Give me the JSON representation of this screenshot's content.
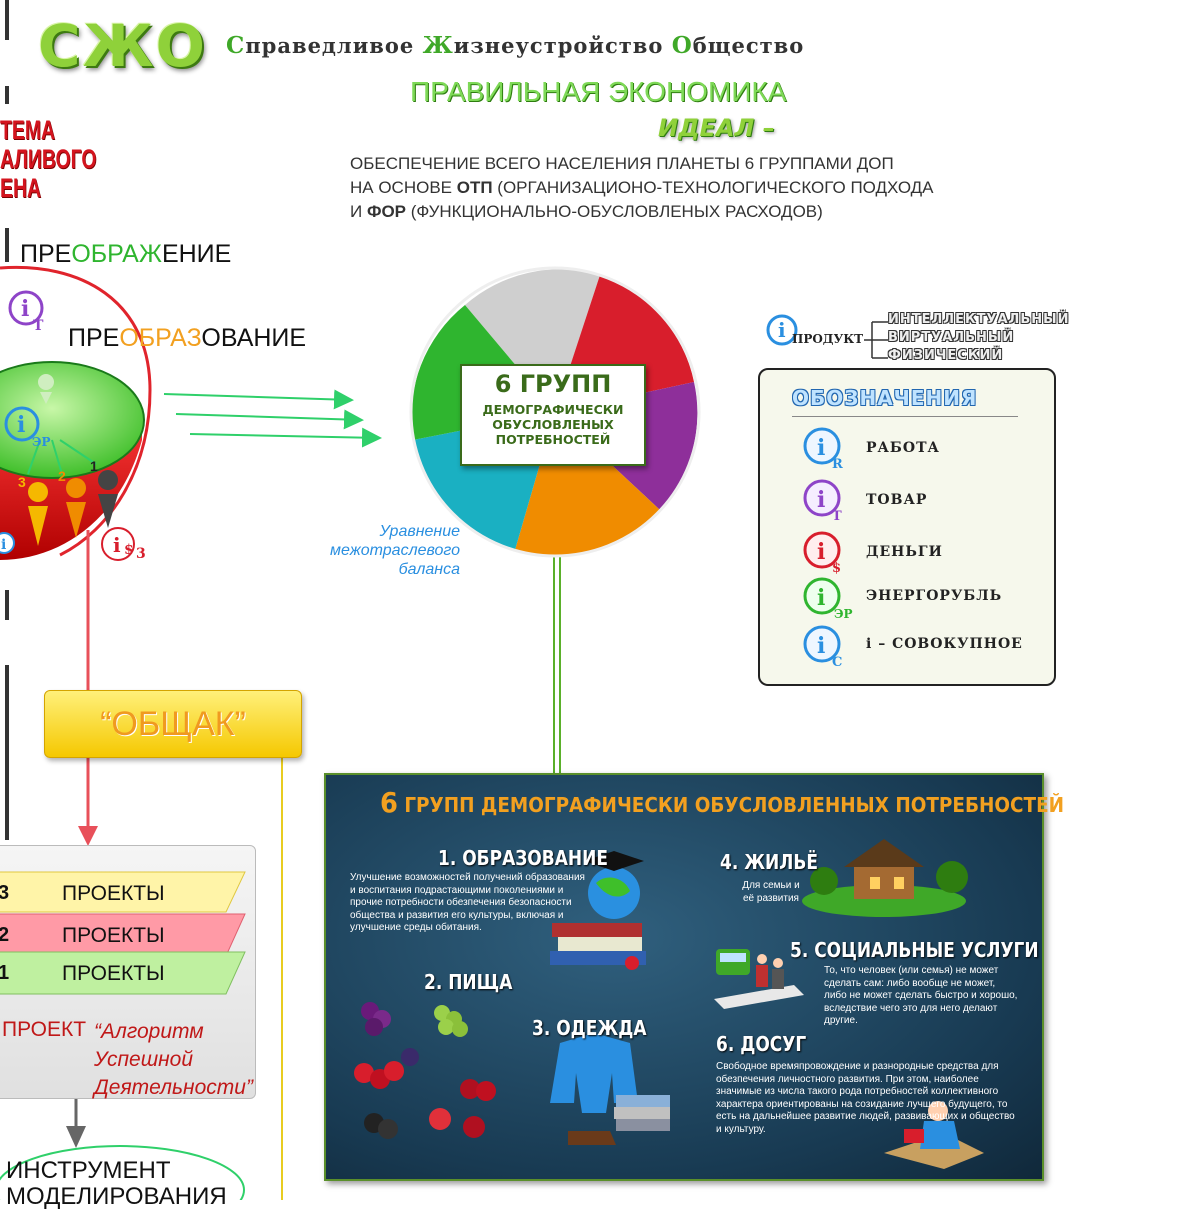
{
  "header": {
    "logo": "СЖО",
    "full_name_parts": [
      {
        "cap": "С",
        "rest": "праведливое "
      },
      {
        "cap": "Ж",
        "rest": "изнеустройство "
      },
      {
        "cap": "О",
        "rest": "бщество"
      }
    ],
    "subtitle": "ПРАВИЛЬНАЯ ЭКОНОМИКА",
    "ideal": "ИДЕАЛ –",
    "description": {
      "line1": "ОБЕСПЕЧЕНИЕ ВСЕГО НАСЕЛЕНИЯ ПЛАНЕТЫ 6 ГРУППАМИ ДОП",
      "line2_pre": "НА ОСНОВЕ ",
      "line2_bold": "ОТП",
      "line2_post": " (ОРГАНИЗАЦИОНО-ТЕХНОЛОГИЧЕСКОГО ПОДХОДА",
      "line3_pre": "И  ",
      "line3_bold": "ФОР",
      "line3_post": " (ФУНКЦИОНАЛЬНО-ОБУСЛОВЛЕНЫХ РАСХОДОВ)"
    }
  },
  "left": {
    "red_title_lines": [
      "ТЕМА",
      "АЛИВОГО",
      "ЕНА"
    ],
    "preobrazhenie": {
      "a": "ПРЕ",
      "b": "ОБРАЖ",
      "c": "ЕНИЕ"
    },
    "preobrazovanie": {
      "a": "ПРЕ",
      "b": "ОБРАЗ",
      "c": "ОВАНИЕ"
    },
    "bowl_numbers": [
      "3",
      "2",
      "1"
    ],
    "obshak": "“ОБЩАК”",
    "projects": [
      {
        "num": "3",
        "label": "ПРОЕКТЫ"
      },
      {
        "num": "2",
        "label": "ПРОЕКТЫ"
      },
      {
        "num": "1",
        "label": "ПРОЕКТЫ"
      }
    ],
    "project_prefix": "ПРОЕКТ",
    "algorithm": [
      "“Алгоритм",
      "Успешной",
      "Деятельности”"
    ],
    "instrument": [
      "ИНСТРУМЕНТ",
      "МОДЕЛИРОВАНИЯ"
    ]
  },
  "center": {
    "wheel_title": "6 ГРУПП",
    "wheel_sub": [
      "ДЕМОГРАФИЧЕСКИ",
      "ОБУСЛОВЛЕНЫХ",
      "ПОТРЕБНОСТЕЙ"
    ],
    "balance_label": [
      "Уравнение",
      "межотраслевого",
      "баланса"
    ],
    "segment_colors": [
      "#cfcfcf",
      "#d81e2c",
      "#8e2f9a",
      "#f08c00",
      "#1ab0c2",
      "#2fb52f"
    ]
  },
  "legend": {
    "produkt_label": "ПРОДУКТ",
    "produkt_types": [
      "ИНТЕЛЛЕКТУАЛЬНЫЙ",
      "ВИРТУАЛЬНЫЙ",
      "ФИЗИЧЕСКИЙ"
    ],
    "title": "ОБОЗНАЧЕНИЯ",
    "items": [
      {
        "sub": "R",
        "label": "РАБОТА",
        "color": "#2a8fe0"
      },
      {
        "sub": "T",
        "label": "ТОВАР",
        "color": "#8e44c8"
      },
      {
        "sub": "$",
        "label": "ДЕНЬГИ",
        "color": "#d81e2c"
      },
      {
        "sub": "ЭР",
        "label": "ЭНЕРГОРУБЛЬ",
        "color": "#2fb52f"
      },
      {
        "sub": "C",
        "label": "i – СОВОКУПНОЕ",
        "color": "#2a8fe0"
      }
    ]
  },
  "panel": {
    "title_num": "6",
    "title_rest": " ГРУПП ДЕМОГРАФИЧЕСКИ ОБУСЛОВЛЕННЫХ ПОТРЕБНОСТЕЙ",
    "groups": [
      {
        "heading": "1. ОБРАЗОВАНИЕ",
        "text": "Улучшение возможностей получений образования и воспитания подрастающими поколениями и прочие потребности обезпечения безопасности общества и развития его культуры, включая и улучшение среды обитания."
      },
      {
        "heading": "2. ПИЩА",
        "text": ""
      },
      {
        "heading": "3. ОДЕЖДА",
        "text": ""
      },
      {
        "heading": "4. ЖИЛЬЁ",
        "text": "Для семьи и её развития"
      },
      {
        "heading": "5. СОЦИАЛЬНЫЕ УСЛУГИ",
        "text": "То, что человек (или семья) не может сделать сам: либо вообще не может, либо не может сделать быстро и хорошо, вследствие чего это для него делают другие."
      },
      {
        "heading": "6. ДОСУГ",
        "text": "Свободное времяпровождение и разнородные средства для обезпечения личностного развития. При этом, наиболее значимые из числа такого рода потребностей коллективного характера ориентированы на созидание лучшего будущего, то есть на дальнейшее развитие людей, развивающих и общество и культуру."
      }
    ]
  }
}
